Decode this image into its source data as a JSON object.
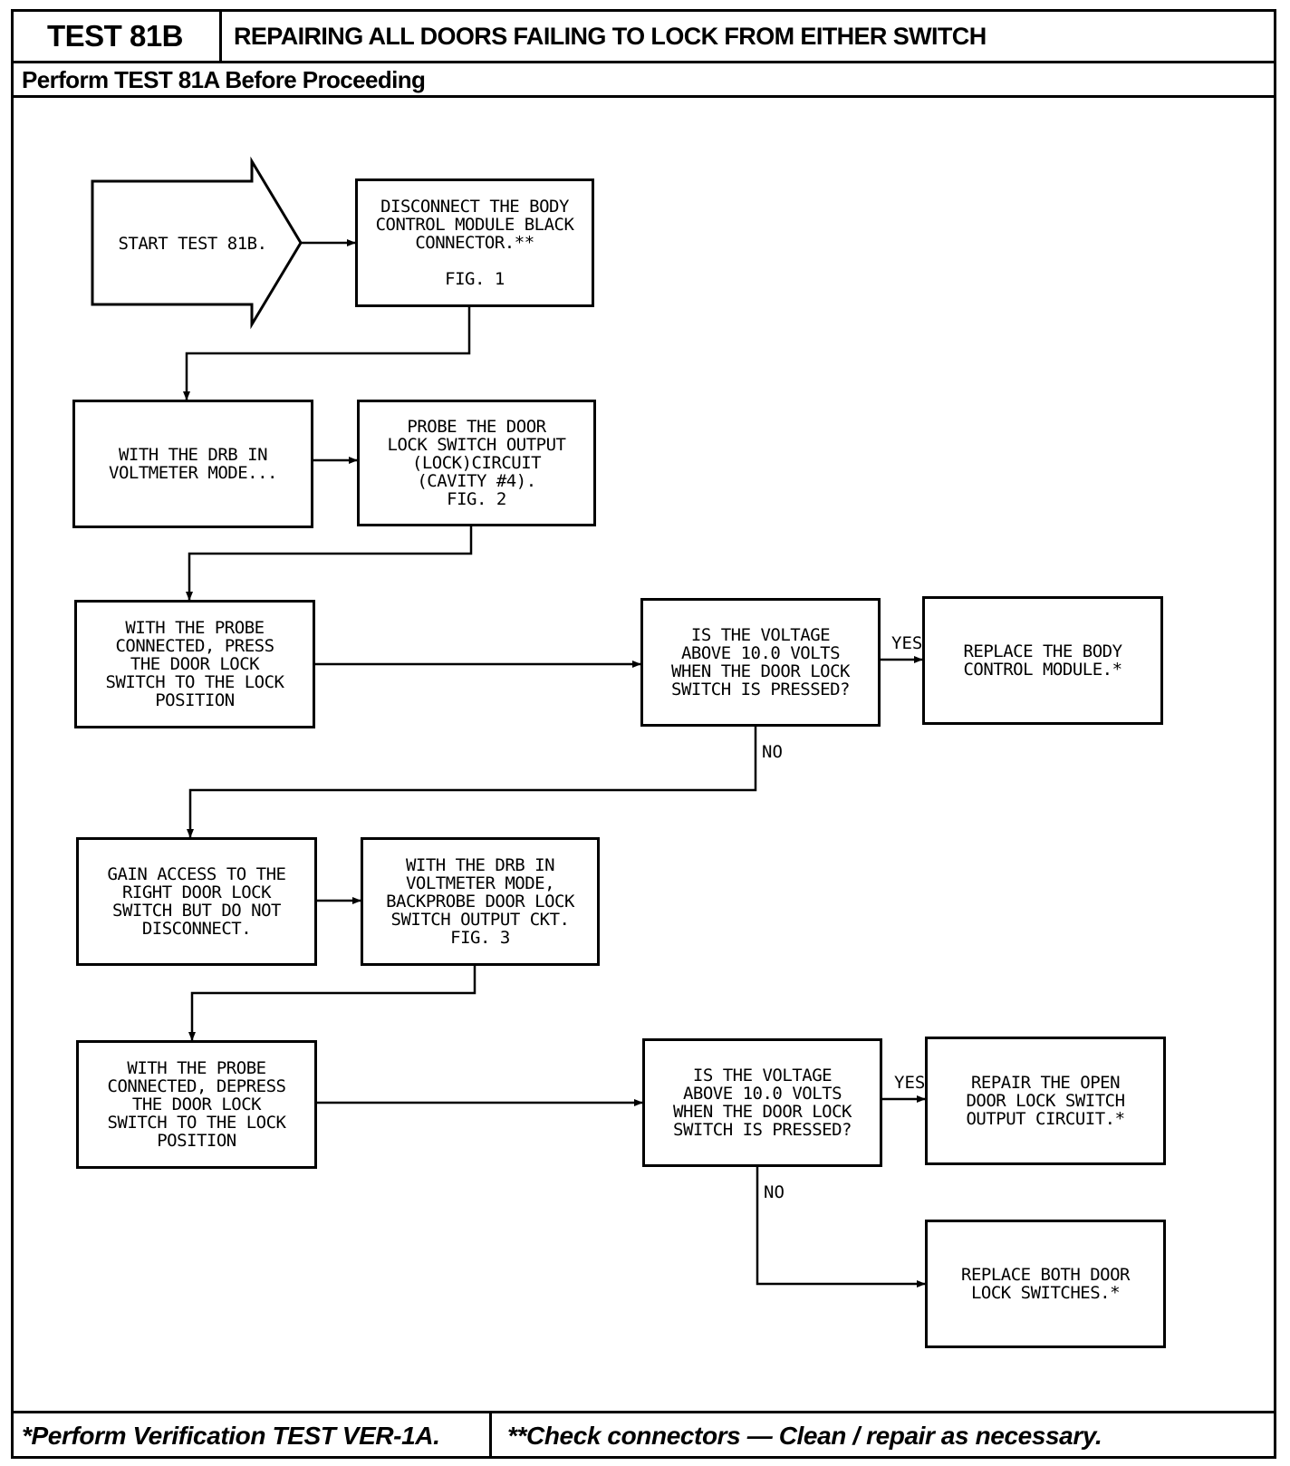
{
  "header": {
    "test_id": "TEST 81B",
    "title": "REPAIRING ALL DOORS FAILING TO LOCK FROM EITHER SWITCH",
    "prerequisite": "Perform TEST 81A Before Proceeding"
  },
  "flowchart": {
    "start": "START TEST 81B.",
    "steps": {
      "disconnect": "DISCONNECT THE BODY\nCONTROL MODULE BLACK\nCONNECTOR.**\n\nFIG. 1",
      "drb_voltmeter": "WITH THE DRB IN\nVOLTMETER MODE...",
      "probe_lock": "PROBE THE DOOR\nLOCK SWITCH OUTPUT\n(LOCK)CIRCUIT\n(CAVITY #4).\nFIG. 2",
      "press_lock": "WITH THE PROBE\nCONNECTED, PRESS\nTHE DOOR LOCK\nSWITCH TO THE LOCK\nPOSITION",
      "question1": "IS THE VOLTAGE\nABOVE 10.0 VOLTS\nWHEN THE DOOR LOCK\nSWITCH IS PRESSED?",
      "replace_bcm": "REPLACE THE BODY\nCONTROL MODULE.*",
      "gain_access": "GAIN ACCESS TO THE\nRIGHT DOOR LOCK\nSWITCH BUT DO NOT\nDISCONNECT.",
      "backprobe": "WITH THE DRB IN\nVOLTMETER MODE,\nBACKPROBE DOOR LOCK\nSWITCH OUTPUT CKT.\nFIG. 3",
      "depress_lock": "WITH THE PROBE\nCONNECTED, DEPRESS\nTHE DOOR LOCK\nSWITCH TO THE LOCK\nPOSITION",
      "question2": "IS THE VOLTAGE\nABOVE 10.0 VOLTS\nWHEN THE DOOR LOCK\nSWITCH IS PRESSED?",
      "repair_open": "REPAIR THE OPEN\nDOOR LOCK SWITCH\nOUTPUT CIRCUIT.*",
      "replace_switches": "REPLACE BOTH DOOR\nLOCK SWITCHES.*"
    },
    "labels": {
      "yes1": "YES",
      "no1": "NO",
      "yes2": "YES",
      "no2": "NO"
    }
  },
  "footer": {
    "left": "*Perform Verification TEST VER-1A.",
    "right": "**Check connectors — Clean / repair as necessary."
  }
}
